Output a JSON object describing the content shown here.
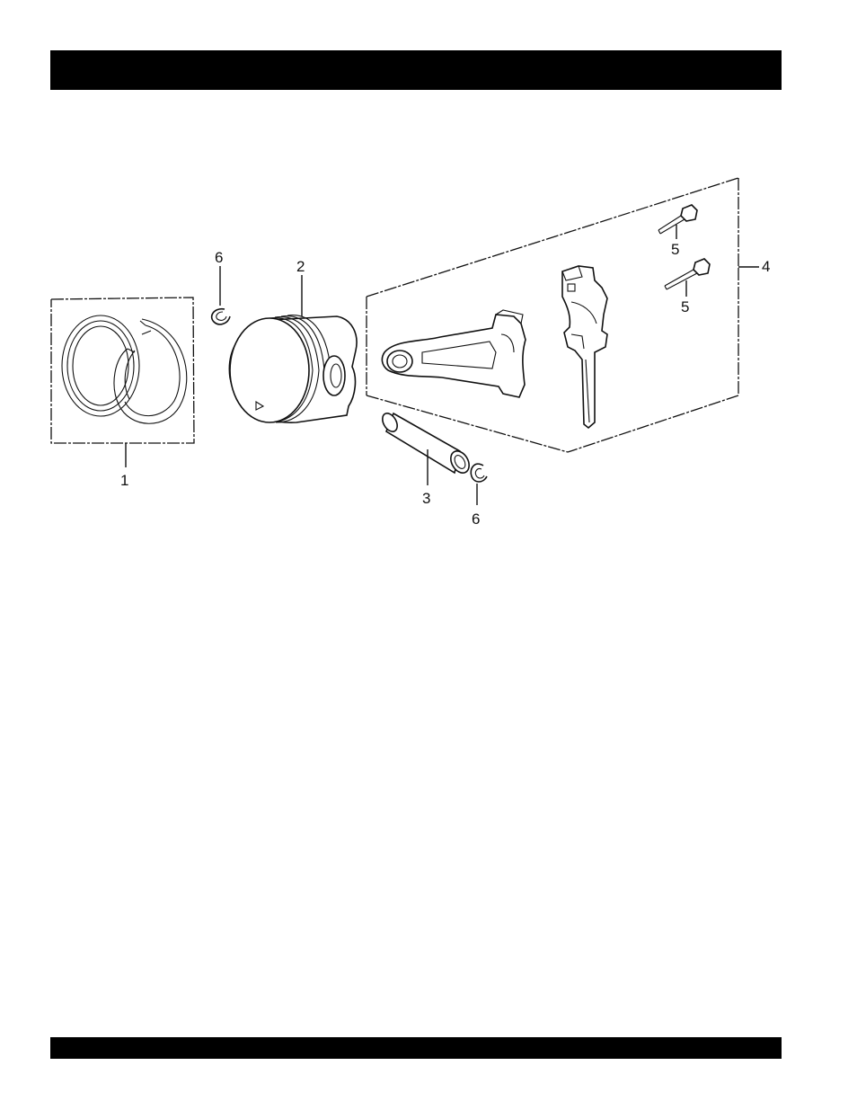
{
  "diagram": {
    "callouts": {
      "piston_ring_set": "1",
      "piston": "2",
      "piston_pin": "3",
      "connecting_rod_assy": "4",
      "rod_bolt_upper": "5",
      "rod_bolt_lower": "5",
      "clip_upper": "6",
      "clip_lower": "6"
    }
  }
}
